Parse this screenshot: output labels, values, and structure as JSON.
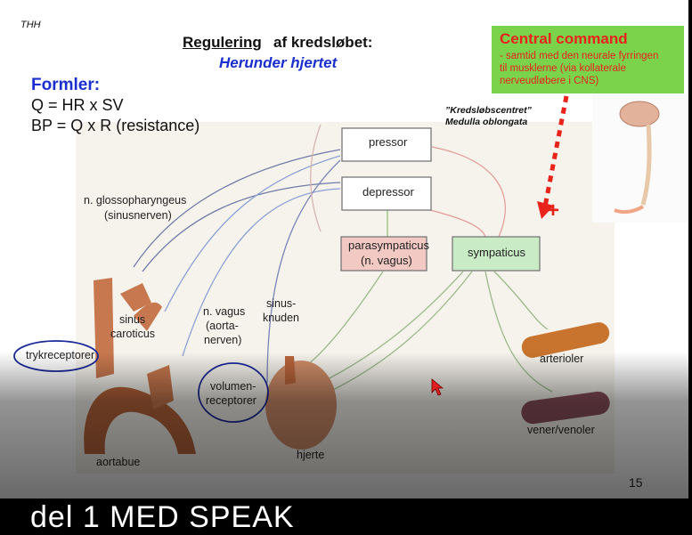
{
  "slide": {
    "author_tag": "THH",
    "title_underlined": "Regulering",
    "title_rest": "af kredsløbet:",
    "subtitle": "Herunder hjertet",
    "formulas_heading": "Formler:",
    "formula_1": "Q = HR x SV",
    "formula_2": "BP = Q x R (resistance)",
    "centre_line_1": "”Kredsløbscentret”",
    "centre_line_2": "Medulla oblongata",
    "page_number": "15"
  },
  "central_command": {
    "title": "Central command",
    "line_1": "- samtid med den neurale fyrringen",
    "line_2": "til musklerne (via kollaterale",
    "line_3": "nerveudløbere i CNS)",
    "plus": "+"
  },
  "diagram": {
    "pressor": "pressor",
    "depressor": "depressor",
    "parasympaticus_1": "parasympaticus",
    "parasympaticus_2": "(n. vagus)",
    "sympaticus": "sympaticus",
    "glosso_1": "n. glossopharyngeus",
    "glosso_2": "(sinusnerven)",
    "sinus_1": "sinus",
    "sinus_2": "caroticus",
    "vagus_1": "n. vagus",
    "vagus_2": "(aorta-",
    "vagus_3": "nerven)",
    "sinusknude_1": "sinus-",
    "sinusknude_2": "knuden",
    "trykreceptorer": "trykreceptorer",
    "volumen_1": "volumen-",
    "volumen_2": "receptorer",
    "aortabue": "aortabue",
    "hjerte": "hjerte",
    "arterioler": "arterioler",
    "vener": "vener/venoler"
  },
  "overlay": {
    "caption": "del 1 MED SPEAK"
  },
  "colors": {
    "accent_blue": "#1a2fcf",
    "central_green": "#7bd34c",
    "central_red": "#e8231c",
    "symp_box": "#c9ecc6",
    "para_box": "#f3c9c4"
  }
}
